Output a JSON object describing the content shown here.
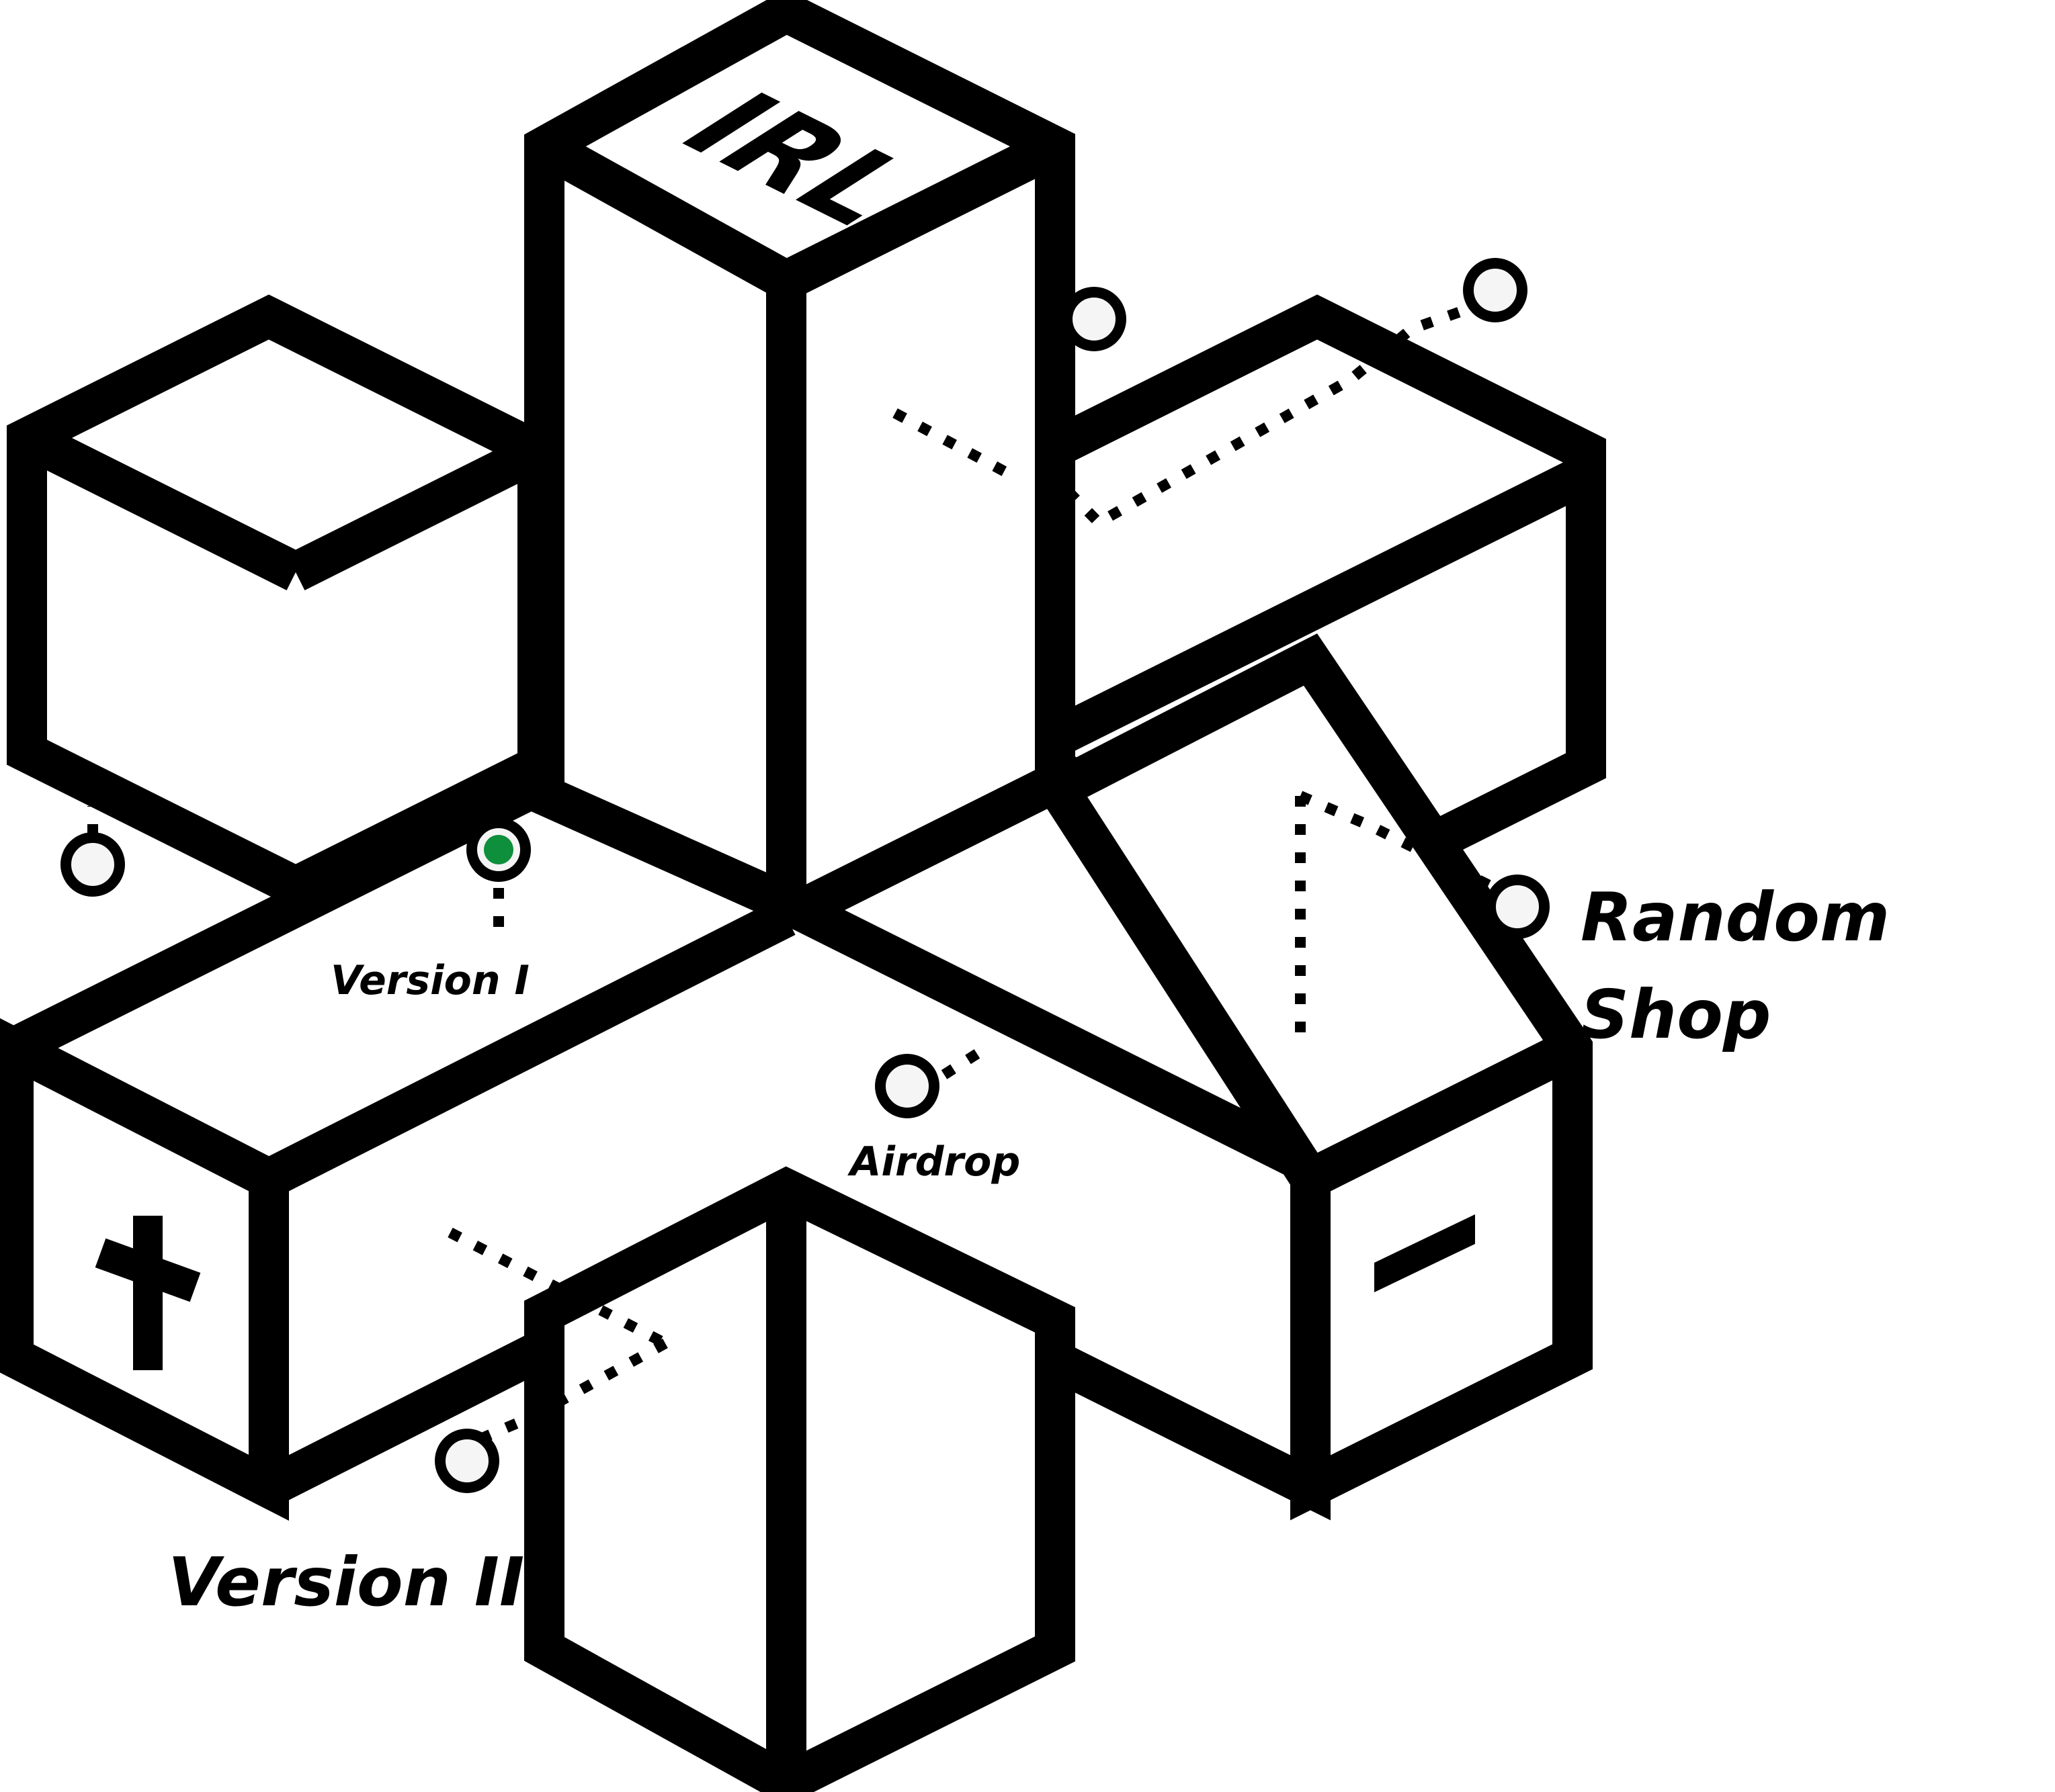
{
  "diagram": {
    "top_block_label": "IRL",
    "left_block_symbol": "+",
    "right_block_symbol": "−",
    "labels": {
      "version_1": "Version I",
      "version_2": "Version II",
      "airdrop": "Airdrop",
      "random_shop_line1": "Random",
      "random_shop_line2": "Shop"
    },
    "colors": {
      "outline": "#000000",
      "fill": "#ffffff",
      "node_fill": "#f5f5f5",
      "active_node": "#0d8f3c"
    }
  }
}
